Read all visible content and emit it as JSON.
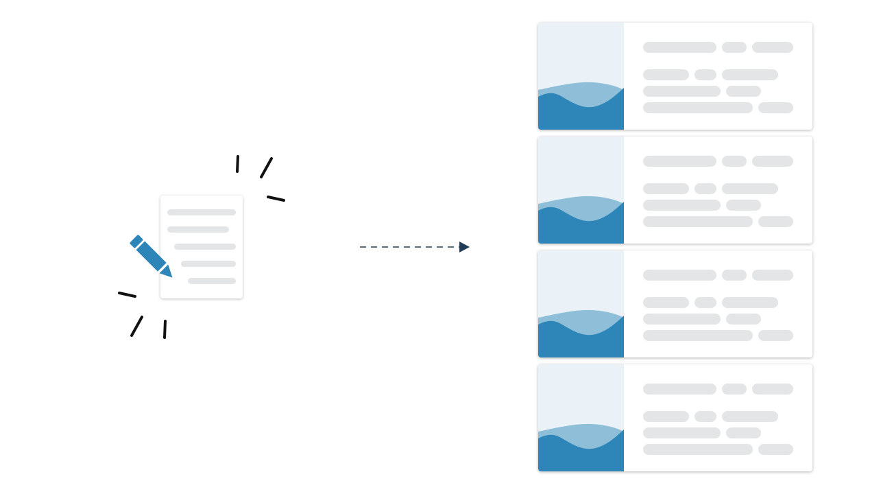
{
  "colors": {
    "accent_dark": "#2e86b8",
    "accent_light": "#8fbfd8",
    "thumb_bg": "#eaf2f7",
    "placeholder": "#e4e5e7",
    "arrow": "#1f3d57",
    "spark": "#111111"
  },
  "icons": [
    "pencil-icon",
    "document-icon",
    "spark-lines",
    "dashed-arrow-icon",
    "wave-image-icon"
  ],
  "cards": [
    {
      "id": "card-1"
    },
    {
      "id": "card-2"
    },
    {
      "id": "card-3"
    },
    {
      "id": "card-4"
    }
  ]
}
